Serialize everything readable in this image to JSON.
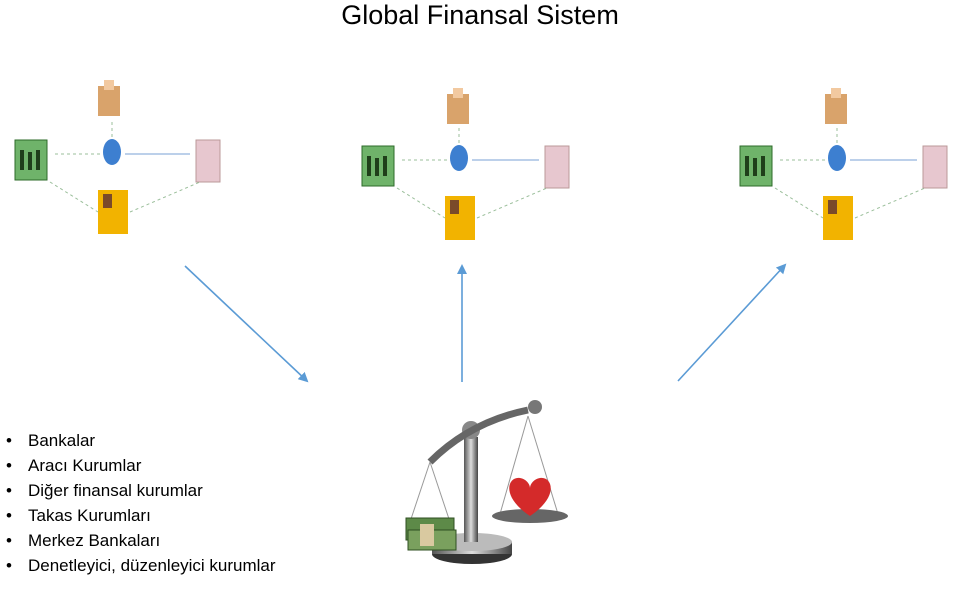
{
  "title": "Global Finansal Sistem",
  "bullets": [
    "Bankalar",
    "Aracı Kurumlar",
    "Diğer finansal kurumlar",
    "Takas Kurumları",
    "Merkez Bankaları",
    "Denetleyici, düzenleyici kurumlar"
  ],
  "colors": {
    "arrow": "#5b9bd5",
    "heart": "#d42a2a",
    "money": "#4b8a3c"
  },
  "icons": [
    "network-diagram-icon",
    "balance-scale-icon",
    "heart-icon",
    "money-stack-icon"
  ]
}
